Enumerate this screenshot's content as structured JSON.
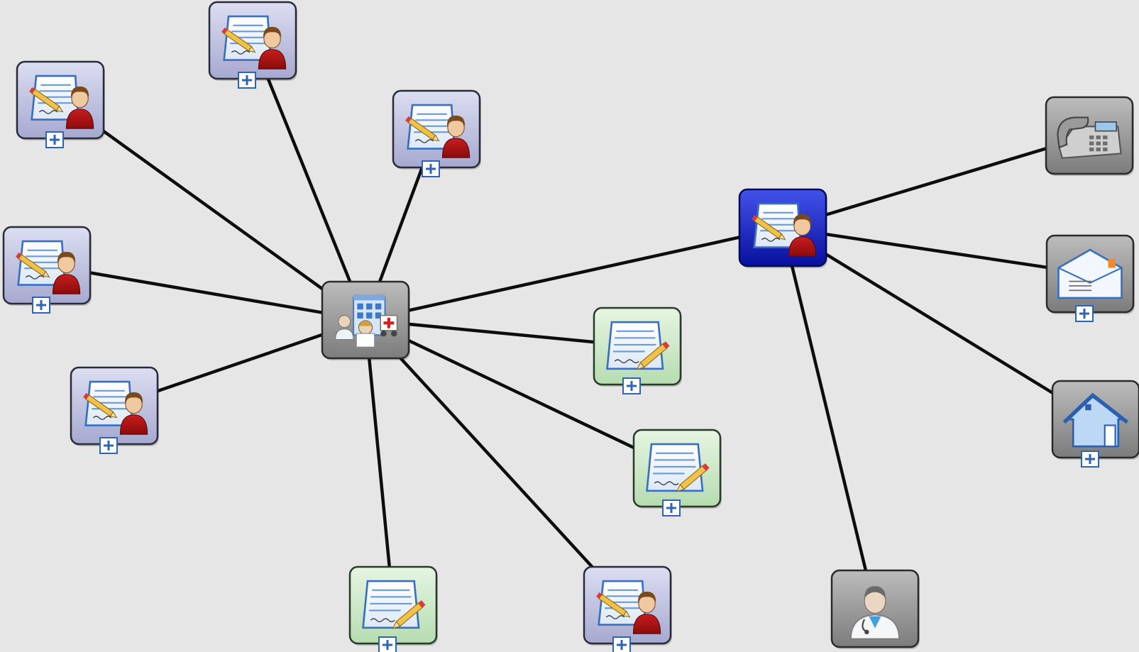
{
  "graph": {
    "background": "#e6e6e6",
    "colors": {
      "edge": "#0d0d0d",
      "person_card_top": "#d9dbf0",
      "person_card_bottom": "#a9acd0",
      "note_card_top": "#e3f3df",
      "note_card_bottom": "#b9ddb3",
      "gray_card_top": "#b7b7b7",
      "gray_card_bottom": "#7f7f7f",
      "selected_top": "#3f50e6",
      "selected_bottom": "#0a13a8",
      "expander": "#2e64b8"
    },
    "nodes": [
      {
        "id": "hospital",
        "kind": "gray",
        "icon": "hospital-icon",
        "expandable": false
      },
      {
        "id": "person-doc-1",
        "kind": "person-doc",
        "icon": "person-document-icon",
        "expandable": true
      },
      {
        "id": "person-doc-2",
        "kind": "person-doc",
        "icon": "person-document-icon",
        "expandable": true
      },
      {
        "id": "person-doc-3",
        "kind": "person-doc",
        "icon": "person-document-icon",
        "expandable": true
      },
      {
        "id": "person-doc-4",
        "kind": "person-doc",
        "icon": "person-document-icon",
        "expandable": true
      },
      {
        "id": "person-doc-5",
        "kind": "person-doc",
        "icon": "person-document-icon",
        "expandable": true
      },
      {
        "id": "note-1",
        "kind": "note",
        "icon": "note-pencil-icon",
        "expandable": true
      },
      {
        "id": "note-2",
        "kind": "note",
        "icon": "note-pencil-icon",
        "expandable": true
      },
      {
        "id": "note-3",
        "kind": "note",
        "icon": "note-pencil-icon",
        "expandable": true
      },
      {
        "id": "person-doc-6",
        "kind": "person-doc",
        "icon": "person-document-icon",
        "expandable": true
      },
      {
        "id": "selected-person-doc",
        "kind": "selected",
        "icon": "person-document-icon",
        "expandable": false
      },
      {
        "id": "phone",
        "kind": "gray",
        "icon": "phone-icon",
        "expandable": false
      },
      {
        "id": "mail",
        "kind": "gray",
        "icon": "envelope-icon",
        "expandable": true
      },
      {
        "id": "home",
        "kind": "gray",
        "icon": "house-icon",
        "expandable": true
      },
      {
        "id": "doctor",
        "kind": "gray",
        "icon": "doctor-icon",
        "expandable": false
      }
    ],
    "edges": [
      [
        "hospital",
        "person-doc-1"
      ],
      [
        "hospital",
        "person-doc-2"
      ],
      [
        "hospital",
        "person-doc-3"
      ],
      [
        "hospital",
        "person-doc-4"
      ],
      [
        "hospital",
        "person-doc-5"
      ],
      [
        "hospital",
        "note-1"
      ],
      [
        "hospital",
        "note-2"
      ],
      [
        "hospital",
        "note-3"
      ],
      [
        "hospital",
        "person-doc-6"
      ],
      [
        "hospital",
        "selected-person-doc"
      ],
      [
        "selected-person-doc",
        "phone"
      ],
      [
        "selected-person-doc",
        "mail"
      ],
      [
        "selected-person-doc",
        "home"
      ],
      [
        "selected-person-doc",
        "doctor"
      ]
    ]
  }
}
